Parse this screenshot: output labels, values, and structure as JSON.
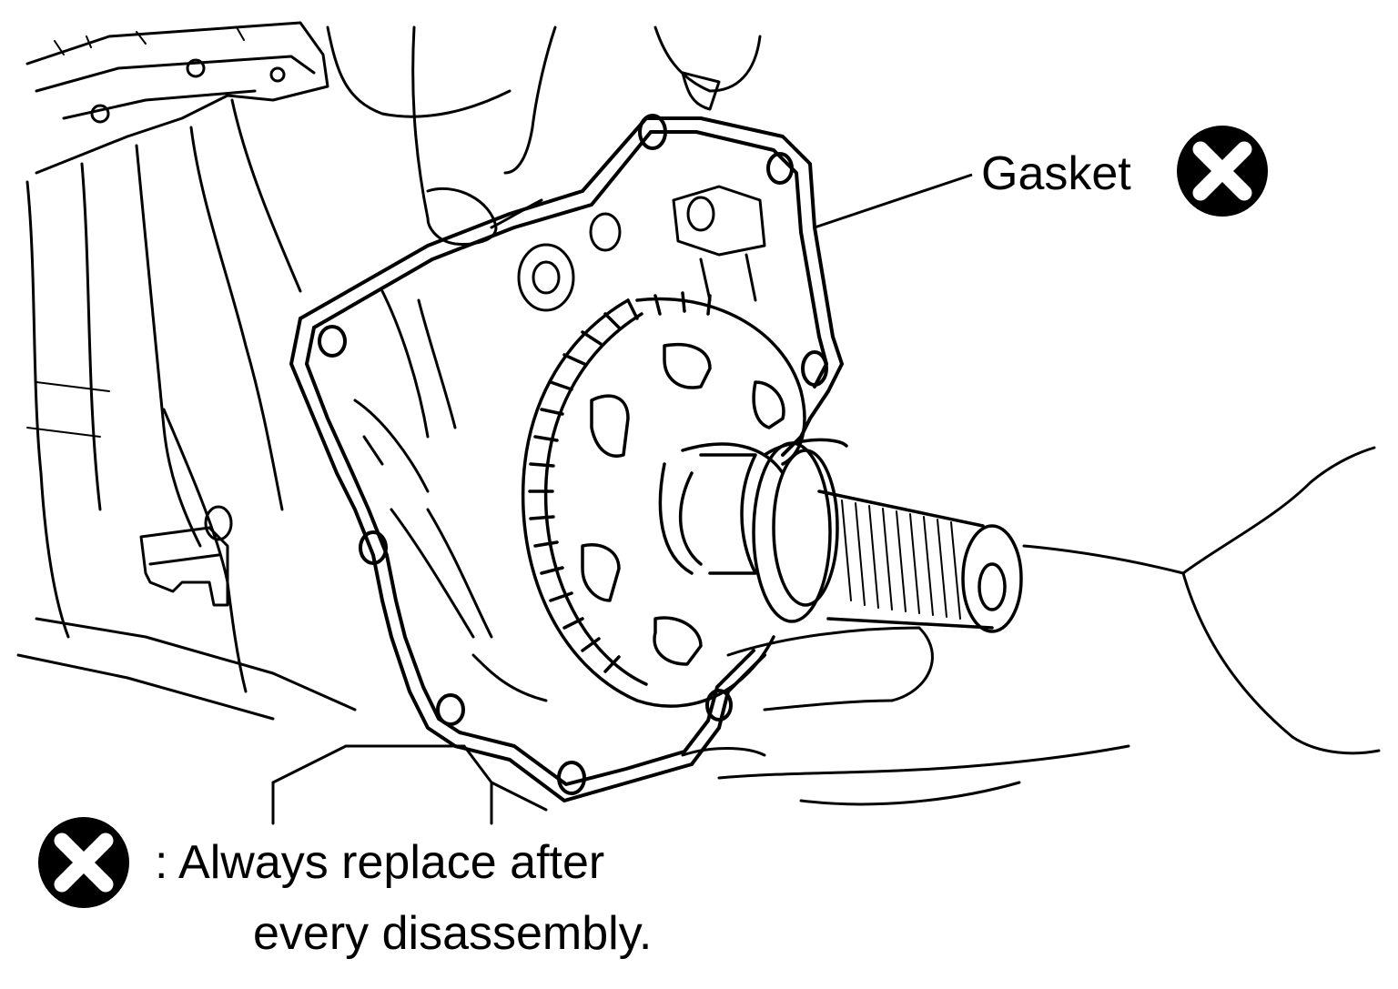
{
  "diagram": {
    "callout": {
      "label": "Gasket",
      "symbol_icon": "replace-x-circle-icon"
    },
    "legend": {
      "symbol_icon": "replace-x-circle-icon",
      "line1": ": Always replace after",
      "line2": "every disassembly."
    }
  },
  "colors": {
    "ink": "#000000",
    "paper": "#ffffff"
  }
}
